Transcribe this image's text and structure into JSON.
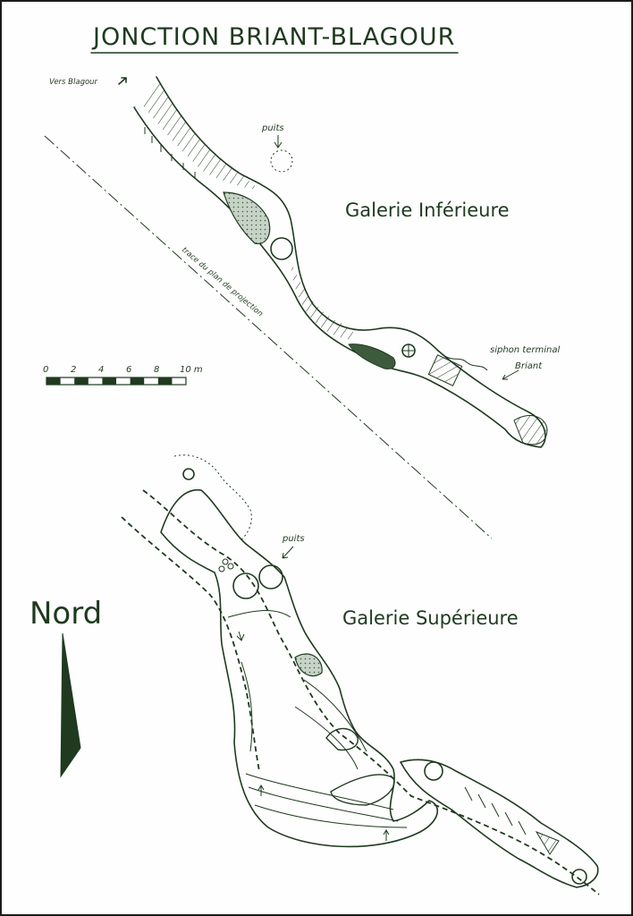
{
  "title": "JONCTION BRIANT-BLAGOUR",
  "labels": {
    "vers_blagour": "Vers Blagour",
    "puits_upper": "puits",
    "galerie_inferieure": "Galerie Inférieure",
    "trace_plan": "trace du plan de projection",
    "siphon_line1": "siphon terminal",
    "siphon_line2": "Briant",
    "puits_lower": "puits",
    "galerie_superieure": "Galerie Supérieure",
    "nord": "Nord"
  },
  "scale_bar": {
    "ticks": [
      "0",
      "2",
      "4",
      "6",
      "8",
      "10 m"
    ],
    "max_m": 10
  },
  "colors": {
    "ink": "#1f3a1f",
    "fill_dark": "#3d5a3d",
    "fill_light": "#c8d3c8"
  },
  "icons": {
    "north_arrow": "north-arrow-icon",
    "direction_arrow": "arrow-icon"
  }
}
